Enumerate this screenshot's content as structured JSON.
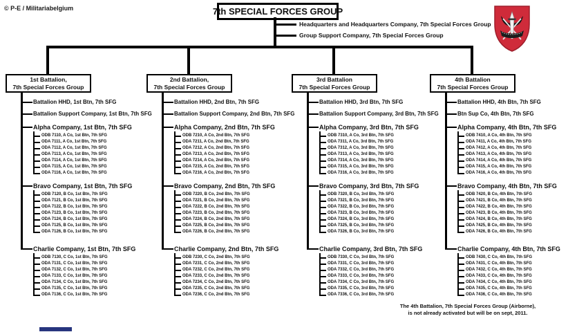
{
  "meta": {
    "copyright": "© P-E / Militariabelgium",
    "footnote_line1": "The 4th Battalion, 7th Special Forces Group (Airborne),",
    "footnote_line2": "is not already activated but will be on sept, 2011."
  },
  "header": {
    "title": "7th SPECIAL FORCES GROUP",
    "attachments": [
      "Headquarters and Headquarters Company,  7th Special Forces Group",
      "Group Support Company,  7th Special Forces Group"
    ]
  },
  "insignia": {
    "icon": "7th-sfg-red-beret-flash",
    "flash_color": "#cf2b3a"
  },
  "battalions": [
    {
      "box": [
        "1st Battalion,",
        "7th Special Forces Group"
      ],
      "units": [
        "Battalion HHD, 1st Btn, 7th SFG",
        "Battalion  Support Company, 1st Btn, 7th SFG"
      ],
      "companies": [
        {
          "label": "Alpha Company, 1st Btn, 7th SFG",
          "teams": [
            "ODB 7110, A Co, 1st Btn, 7th SFG",
            "ODA 7111, A Co, 1st Btn, 7th SFG",
            "ODA 7112, A Co, 1st Btn, 7th SFG",
            "ODA 7113, A Co, 1st Btn, 7th SFG",
            "ODA 7114, A Co, 1st Btn, 7th SFG",
            "ODA 7115, A Co, 1st Btn, 7th SFG",
            "ODA 7116, A Co, 1st Btn, 7th SFG"
          ]
        },
        {
          "label": "Bravo Company, 1st Btn, 7th SFG",
          "teams": [
            "ODB 7120, B Co, 1st Btn, 7th SFG",
            "ODA 7121, B Co, 1st Btn, 7th SFG",
            "ODA 7122, B Co, 1st Btn, 7th SFG",
            "ODA 7123, B Co, 1st Btn, 7th SFG",
            "ODA 7124, B Co, 1st Btn, 7th SFG",
            "ODA 7125, B Co, 1st Btn, 7th SFG",
            "ODA 7126, B Co, 1st Btn, 7th SFG"
          ]
        },
        {
          "label": "Charlie Company, 1st Btn, 7th SFG",
          "teams": [
            "ODB 7130, C Co, 1st Btn, 7th SFG",
            "ODA 7131, C Co, 1st Btn, 7th SFG",
            "ODA 7132, C Co, 1st Btn, 7th SFG",
            "ODA 7133, C Co, 1st Btn, 7th SFG",
            "ODA 7134, C Co, 1st Btn, 7th SFG",
            "ODA 7135, C Co, 1st Btn, 7th SFG",
            "ODA 7136, C Co, 1st Btn, 7th SFG"
          ]
        }
      ]
    },
    {
      "box": [
        "2nd Battalion,",
        "7th Special Forces Group"
      ],
      "units": [
        "Battalion HHD, 2nd Btn, 7th SFG",
        "Battalion  Support Company, 2nd Btn, 7th SFG"
      ],
      "companies": [
        {
          "label": "Alpha Company, 2nd Btn, 7th SFG",
          "teams": [
            "ODB 7210, A Co, 2nd Btn, 7th SFG",
            "ODA 7211, A Co, 2nd Btn, 7th SFG",
            "ODA 7212, A Co, 2nd Btn, 7th SFG",
            "ODA 7213, A Co, 2nd Btn, 7th SFG",
            "ODA 7214, A Co, 2nd Btn, 7th SFG",
            "ODA 7215, A Co, 2nd Btn, 7th SFG",
            "ODA 7216, A Co, 2nd Btn, 7th SFG"
          ]
        },
        {
          "label": "Bravo Company, 2nd Btn, 7th SFG",
          "teams": [
            "ODB 7220, B Co, 2nd Btn, 7th SFG",
            "ODA 7221, B Co, 2nd Btn, 7th SFG",
            "ODA 7222, B Co, 2nd Btn, 7th SFG",
            "ODA 7223, B Co, 2nd Btn, 7th SFG",
            "ODA 7224, B Co, 2nd Btn, 7th SFG",
            "ODA 7225, B Co, 2nd Btn, 7th SFG",
            "ODA 7226, B Co, 2nd Btn, 7th SFG"
          ]
        },
        {
          "label": "Charlie Company, 2nd Btn, 7th SFG",
          "teams": [
            "ODB 7230, C Co, 2nd Btn, 7th SFG",
            "ODA 7231, C Co, 2nd Btn, 7th SFG",
            "ODA 7232, C Co, 2nd Btn, 7th SFG",
            "ODA 7233, C Co, 2nd Btn, 7th SFG",
            "ODA 7234, C Co, 2nd Btn, 7th SFG",
            "ODA 7235, C Co, 2nd Btn, 7th SFG",
            "ODA 7236, C Co, 2nd Btn, 7th SFG"
          ]
        }
      ]
    },
    {
      "box": [
        "3rd Battalion",
        "7th Special Forces Group"
      ],
      "units": [
        "Battalion HHD,  3rd Btn, 7th SFG",
        "Battalion  Support Company, 3rd Btn,  7th SFG"
      ],
      "companies": [
        {
          "label": "Alpha Company, 3rd Btn, 7th SFG",
          "teams": [
            "ODB 7310, A Co, 3rd Btn, 7th SFG",
            "ODA 7311, A Co, 3rd Btn, 7th SFG",
            "ODA 7312, A Co, 3rd Btn, 7th SFG",
            "ODA 7313, A Co, 3rd Btn, 7th SFG",
            "ODA 7314, A Co, 3rd Btn, 7th SFG",
            "ODA 7315, A Co, 3rd Btn, 7th SFG",
            "ODA 7316, A Co, 3rd Btn, 7th SFG"
          ]
        },
        {
          "label": "Bravo Company, 3rd Btn, 7th SFG",
          "teams": [
            "ODB 7320, B Co, 3rd Btn, 7th SFG",
            "ODA 7321, B Co, 3rd Btn, 7th SFG",
            "ODA 7322, B Co, 3rd Btn, 7th SFG",
            "ODA 7323, B Co, 3rd Btn, 7th SFG",
            "ODA 7324, B Co, 3rd Btn, 7th SFG",
            "ODA 7325, B Co, 3rd Btn, 7th SFG",
            "ODA 7326, B Co, 3rd Btn, 7th SFG"
          ]
        },
        {
          "label": "Charlie Company, 3rd Btn, 7th SFG",
          "teams": [
            "ODB 7330, C Co, 3rd Btn, 7th SFG",
            "ODA 7331, C Co, 3rd Btn, 7th SFG",
            "ODA 7332, C Co, 3rd Btn, 7th SFG",
            "ODA 7333, C Co, 3rd Btn, 7th SFG",
            "ODA 7334, C Co, 3rd Btn, 7th SFG",
            "ODA 7335, C Co, 3rd Btn, 7th SFG",
            "ODA 7336, C Co, 3rd Btn, 7th SFG"
          ]
        }
      ]
    },
    {
      "box": [
        "4th Battalion",
        "7th Special Forces Group"
      ],
      "units": [
        "Battalion HHD, 4th Btn, 7th SFG",
        "Btn  Sup Co, 4th Btn, 7th SFG"
      ],
      "companies": [
        {
          "label": "Alpha Company, 4th Btn, 7th SFG",
          "teams": [
            "ODB 7410, A Co, 4th Btn, 7th SFG",
            "ODA 7411, A Co, 4th Btn, 7th SFG",
            "ODA 7412, A Co, 4th Btn, 7th SFG",
            "ODA 7413, A Co, 4th Btn, 7th SFG",
            "ODA 7414, A Co, 4th Btn, 7th SFG",
            "ODA 7415, A Co, 4th Btn, 7th SFG",
            "ODA 7416, A Co, 4th Btn, 7th SFG"
          ]
        },
        {
          "label": "Bravo Company, 4th Btn, 7th SFG",
          "teams": [
            "ODB 7420, B Co, 4th Btn, 7th SFG",
            "ODA 7421, B Co, 4th Btn, 7th SFG",
            "ODA 7422, B Co, 4th Btn, 7th SFG",
            "ODA 7423, B Co, 4th Btn, 7th SFG",
            "ODA 7424, B Co, 4th Btn, 7th SFG",
            "ODA 7425, B Co, 4th Btn, 7th SFG",
            "ODA 7426, B Co, 4th Btn, 7th SFG"
          ]
        },
        {
          "label": "Charlie Company, 4th Btn, 7th SFG",
          "teams": [
            "ODB 7430, C Co, 4th Btn, 7th SFG",
            "ODA 7431, C Co, 4th Btn, 7th SFG",
            "ODA 7432, C Co, 4th Btn, 7th SFG",
            "ODA 7433, C Co, 4th Btn, 7th SFG",
            "ODA 7434, C Co, 4th Btn, 7th SFG",
            "ODA 7435, C Co, 4th Btn, 7th SFG",
            "ODA 7436, C Co, 4th Btn, 7th SFG"
          ]
        }
      ]
    }
  ]
}
